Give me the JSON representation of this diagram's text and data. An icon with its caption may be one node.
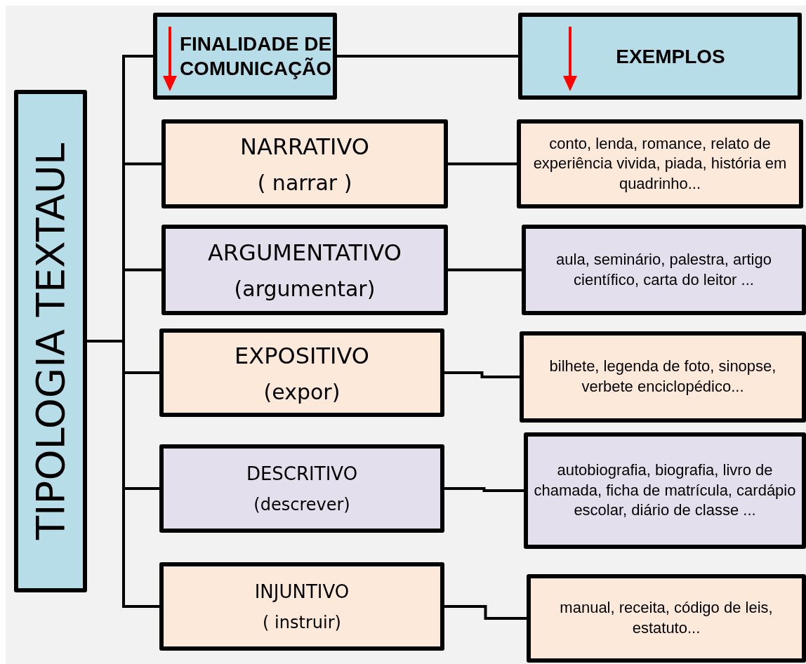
{
  "diagram": {
    "nodes": [
      {
        "text": [
          "TIPOLOGIA TEXTAUL"
        ]
      },
      {
        "text": [
          "FINALIDADE DE COMUNICAÇÃO"
        ]
      },
      {
        "text": [
          "EXEMPLOS"
        ]
      },
      {
        "text": [
          "NARRATIVO",
          "( narrar )"
        ]
      },
      {
        "text": [
          "conto, lenda, romance, relato de experiência vivida, piada, história em quadrinho..."
        ]
      },
      {
        "text": [
          "ARGUMENTATIVO",
          "(argumentar)"
        ]
      },
      {
        "text": [
          "aula, seminário, palestra, artigo científico, carta do leitor ..."
        ]
      },
      {
        "text": [
          "EXPOSITIVO",
          "(expor)"
        ]
      },
      {
        "text": [
          "bilhete, legenda de foto, sinopse, verbete enciclopédico..."
        ]
      },
      {
        "text": [
          "DESCRITIVO",
          "(descrever)"
        ]
      },
      {
        "text": [
          "autobiografia, biografia, livro de chamada, ficha de matrícula, cardápio escolar, diário de classe ..."
        ]
      },
      {
        "text": [
          "INJUNTIVO",
          "( instruir)"
        ]
      },
      {
        "text": [
          "manual, receita, código de leis, estatuto..."
        ]
      }
    ],
    "edges": [
      {
        "from": 0,
        "to": 1,
        "arrow": "none"
      },
      {
        "from": 0,
        "to": 3,
        "arrow": "none"
      },
      {
        "from": 0,
        "to": 5,
        "arrow": "none"
      },
      {
        "from": 0,
        "to": 7,
        "arrow": "none"
      },
      {
        "from": 0,
        "to": 9,
        "arrow": "none"
      },
      {
        "from": 0,
        "to": 11,
        "arrow": "none"
      },
      {
        "from": 1,
        "to": 2,
        "arrow": "none"
      },
      {
        "from": 3,
        "to": 4,
        "arrow": "none"
      },
      {
        "from": 5,
        "to": 6,
        "arrow": "none"
      },
      {
        "from": 7,
        "to": 8,
        "arrow": "none"
      },
      {
        "from": 9,
        "to": 10,
        "arrow": "none"
      },
      {
        "from": 11,
        "to": 12,
        "arrow": "none"
      }
    ]
  }
}
